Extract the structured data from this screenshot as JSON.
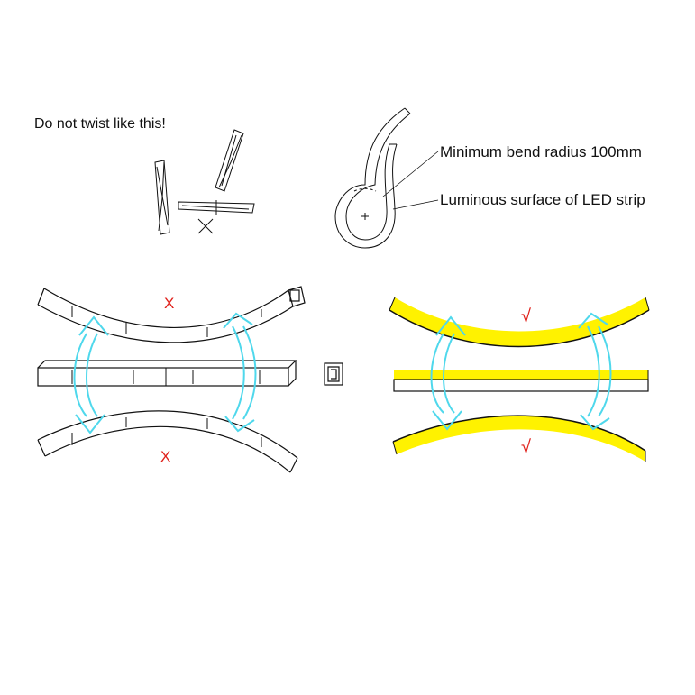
{
  "top_left": {
    "warning_text": "Do not twist like this!"
  },
  "top_right": {
    "bend_radius_text": "Minimum bend radius 100mm",
    "luminous_text": "Luminous surface of LED strip"
  },
  "marks": {
    "wrong": "X",
    "correct": "√"
  },
  "colors": {
    "outline": "#111111",
    "arrow": "#4fd8ec",
    "led": "#fff200",
    "wrong_mark": "#e0201a"
  }
}
